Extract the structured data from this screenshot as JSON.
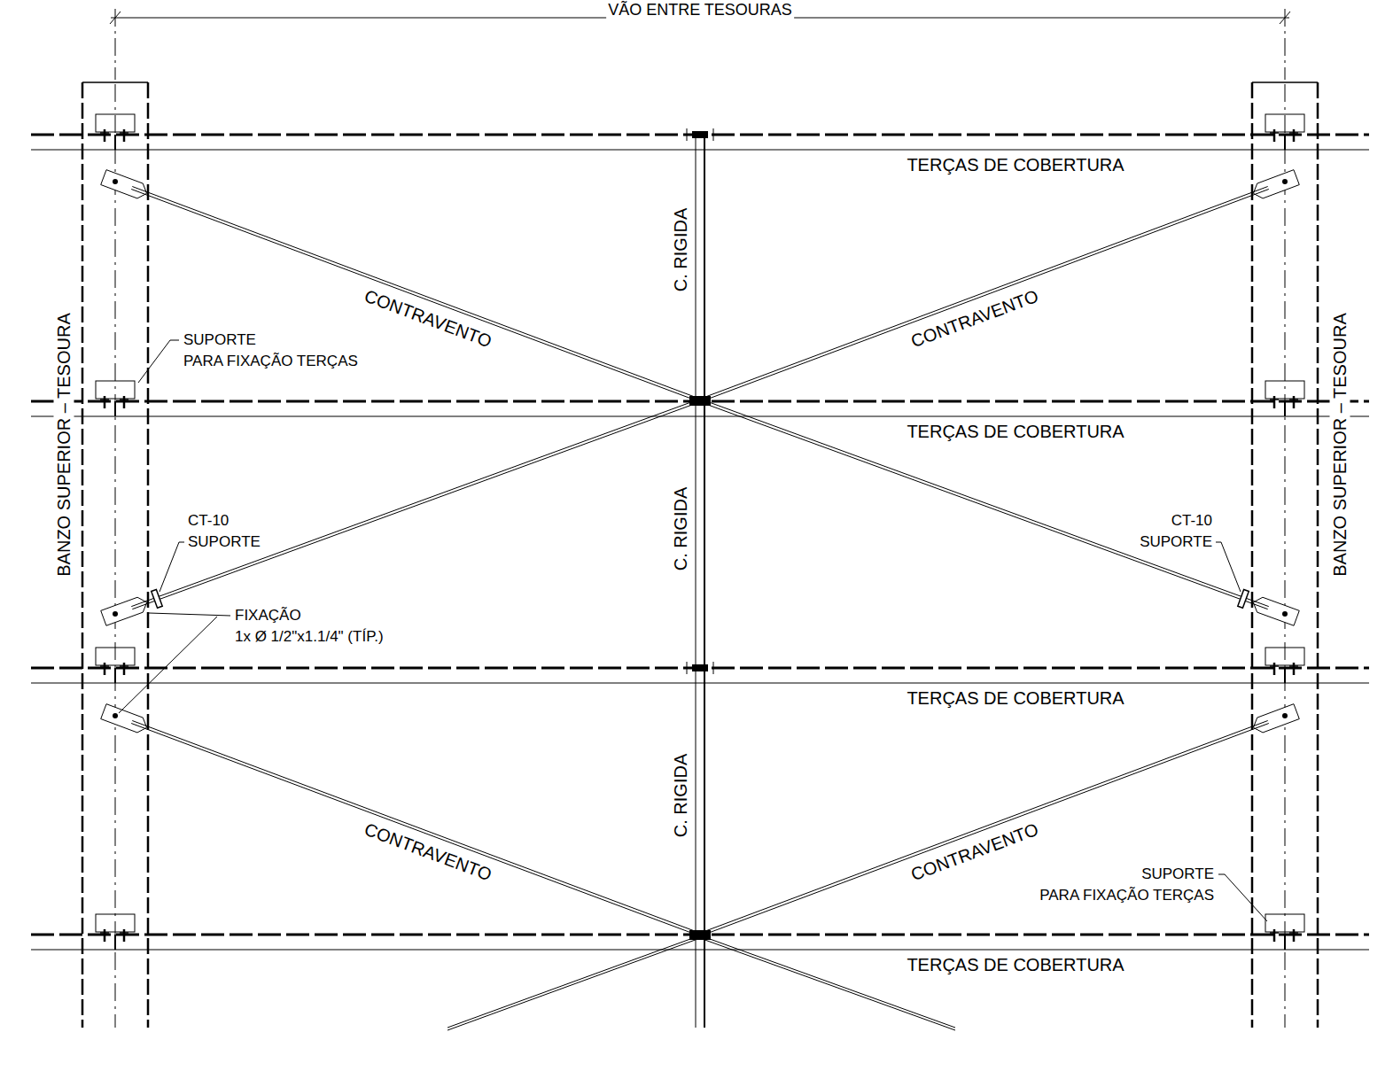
{
  "diagram": {
    "labels": [
      "VÃO ENTRE TESOURAS",
      "TERÇAS DE COBERTURA",
      "C. RIGIDA",
      "CONTRAVENTO",
      "CONTRAVENTO",
      "BANZO SUPERIOR – TESOURA",
      "SUPORTE PARA FIXAÇÃO TERÇAS",
      "BANZO SUPERIOR – TESOURA",
      "TERÇAS DE COBERTURA",
      "C. RIGIDA",
      "CT-10 SUPORTE",
      "CT-10 SUPORTE",
      "FIXAÇÃO 1x Ø 1/2\"x1.1/4\" (TÍP.)",
      "TERÇAS DE COBERTURA",
      "C. RIGIDA",
      "CONTRAVENTO",
      "CONTRAVENTO",
      "SUPORTE PARA FIXAÇÃO TERÇAS",
      "TERÇAS DE COBERTURA"
    ]
  }
}
